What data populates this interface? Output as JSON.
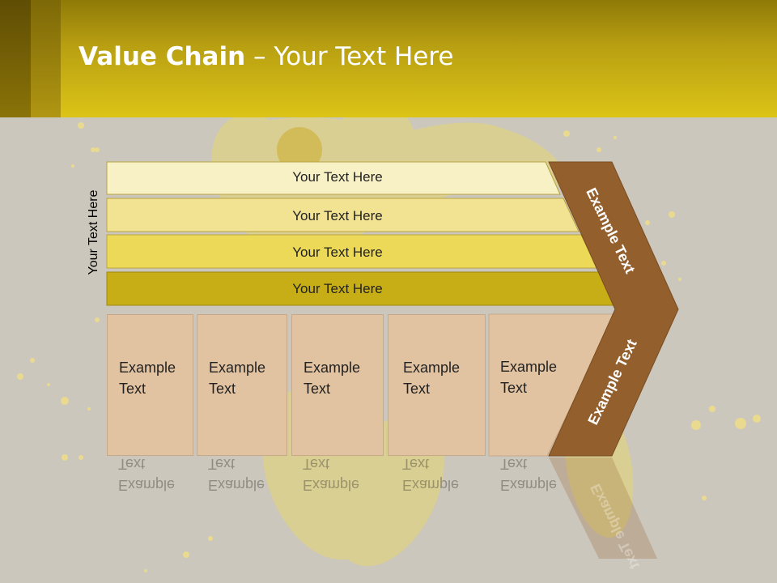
{
  "title": {
    "bold": "Value Chain",
    "rest": " – Your Text Here"
  },
  "vertical_label": "Your Text Here",
  "bars": [
    {
      "label": "Your Text Here",
      "color": "#f8f1c6"
    },
    {
      "label": "Your Text Here",
      "color": "#f2e393"
    },
    {
      "label": "Your Text Here",
      "color": "#ecd957"
    },
    {
      "label": "Your Text Here",
      "color": "#c7ad16"
    }
  ],
  "boxes": [
    {
      "label": "Example Text"
    },
    {
      "label": "Example Text"
    },
    {
      "label": "Example Text"
    },
    {
      "label": "Example Text"
    },
    {
      "label": "Example Text"
    }
  ],
  "chevron": {
    "upper": "Example Text",
    "lower": "Example Text",
    "color": "#935f2d"
  }
}
